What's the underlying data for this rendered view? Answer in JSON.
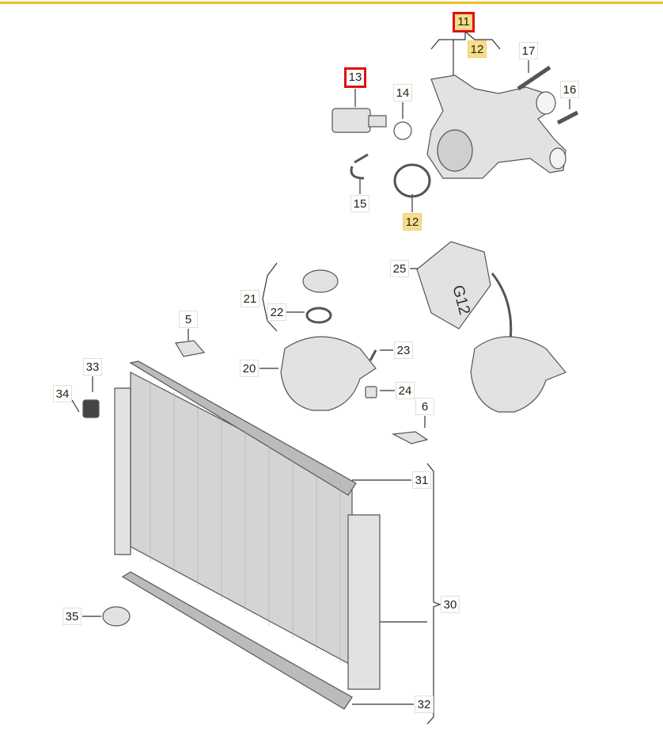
{
  "labels": {
    "l11": "11",
    "l12a": "12",
    "l17": "17",
    "l13": "13",
    "l14": "14",
    "l16": "16",
    "l15": "15",
    "l12b": "12",
    "l25": "25",
    "l21": "21",
    "l22": "22",
    "l5": "5",
    "l23": "23",
    "l20": "20",
    "l33": "33",
    "l24": "24",
    "l34": "34",
    "l6": "6",
    "l31": "31",
    "l30": "30",
    "l35": "35",
    "l32": "32"
  },
  "reservoir_cap_marking": "G12",
  "colors": {
    "highlight_border": "#e01010",
    "highlight_fill": "#f7dc8a",
    "top_rule": "#e8c22a"
  }
}
